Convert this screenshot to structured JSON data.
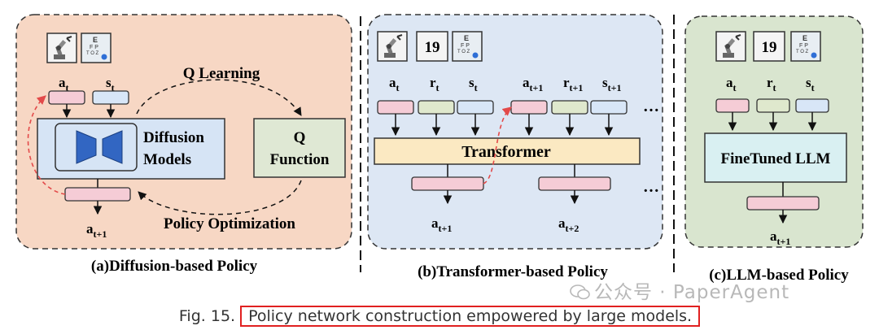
{
  "panel_a": {
    "label_at": "a",
    "sub_t": "t",
    "label_st": "s",
    "q_learning": "Q Learning",
    "diffusion_line1": "Diffusion",
    "diffusion_line2": "Models",
    "q_line1": "Q",
    "q_line2": "Function",
    "out_a": "a",
    "out_sub": "t+1",
    "policy_opt": "Policy Optimization",
    "caption": "(a)Diffusion-based Policy"
  },
  "panel_b": {
    "inputs": [
      {
        "base": "a",
        "sub": "t"
      },
      {
        "base": "r",
        "sub": "t"
      },
      {
        "base": "s",
        "sub": "t"
      },
      {
        "base": "a",
        "sub": "t+1"
      },
      {
        "base": "r",
        "sub": "t+1"
      },
      {
        "base": "s",
        "sub": "t+1"
      }
    ],
    "reward_value": "19",
    "transformer": "Transformer",
    "out1": {
      "base": "a",
      "sub": "t+1"
    },
    "out2": {
      "base": "a",
      "sub": "t+2"
    },
    "ellipsis": "…",
    "caption": "(b)Transformer-based Policy"
  },
  "panel_c": {
    "inputs": [
      {
        "base": "a",
        "sub": "t"
      },
      {
        "base": "r",
        "sub": "t"
      },
      {
        "base": "s",
        "sub": "t"
      }
    ],
    "reward_value": "19",
    "llm": "FineTuned LLM",
    "out": {
      "base": "a",
      "sub": "t+1"
    },
    "caption": "(c)LLM-based Policy"
  },
  "eye_chart": {
    "row1": "E",
    "row2": "F P",
    "row3": "T O Z"
  },
  "caption": {
    "fig": "Fig. 15.",
    "text": "Policy network construction empowered by large models."
  },
  "watermark": "公众号 · PaperAgent",
  "colors": {
    "panel_a_bg": "#f7d7c4",
    "panel_b_bg": "#dde7f4",
    "panel_c_bg": "#d9e5cf",
    "pink_box": "#f5ccd6",
    "blue_box": "#d8e6f7",
    "green_box": "#dfe8cd",
    "transformer": "#fbe9c2",
    "llm": "#d9f0f2",
    "q_box": "#dfe8d4",
    "diffusion_box": "#d6e4f5",
    "diffusion_icon": "#3266c2",
    "arrow_red": "#e34a4a"
  }
}
